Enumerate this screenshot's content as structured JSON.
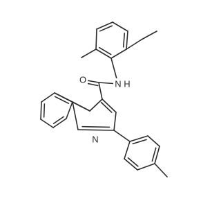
{
  "molecule": {
    "atoms": {
      "oxygen": "O",
      "amide_nitrogen": "N",
      "amide_hydrogen": "H",
      "ring_nitrogen": "N"
    }
  },
  "colors": {
    "bond": "#2b2b2b",
    "background": "#ffffff"
  }
}
